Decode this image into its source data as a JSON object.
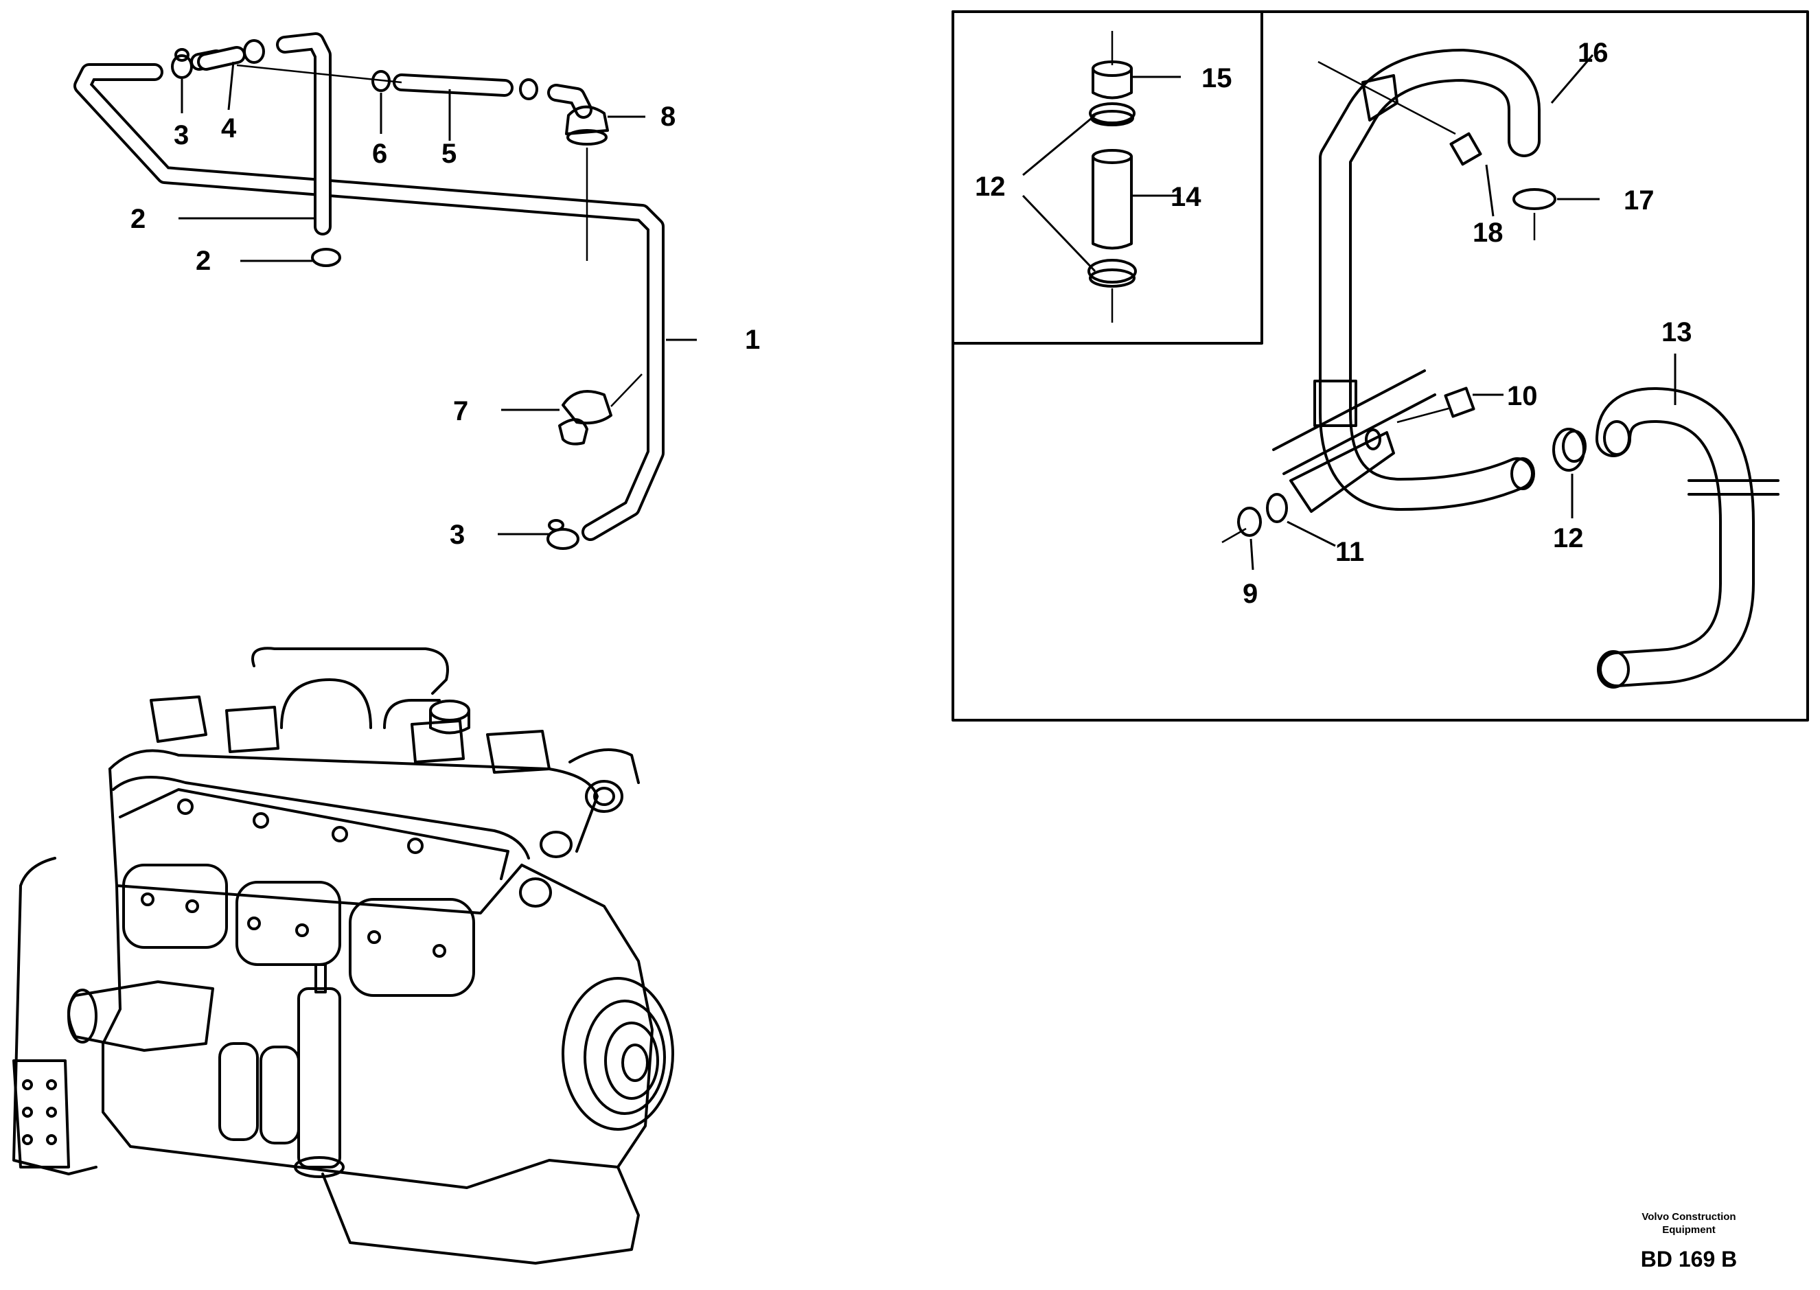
{
  "callouts": {
    "c1": "1",
    "c2a": "2",
    "c2b": "2",
    "c3a": "3",
    "c3b": "3",
    "c4": "4",
    "c5": "5",
    "c6": "6",
    "c7": "7",
    "c8": "8",
    "c9": "9",
    "c10": "10",
    "c11": "11",
    "c12a": "12",
    "c12b": "12",
    "c13": "13",
    "c14": "14",
    "c15": "15",
    "c16": "16",
    "c17": "17",
    "c18": "18"
  },
  "footer": {
    "company_line1": "Volvo Construction",
    "company_line2": "Equipment",
    "drawing_code": "BD 169 B"
  }
}
